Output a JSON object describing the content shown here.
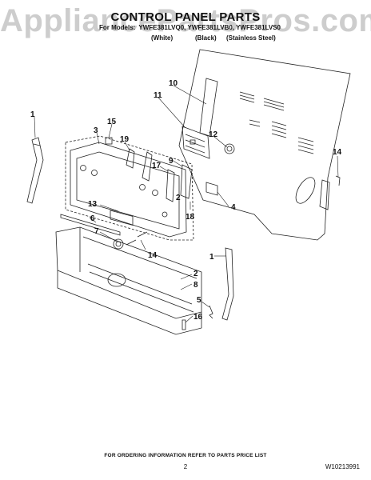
{
  "watermark": "AppliancePartsPros.com",
  "header": {
    "title": "CONTROL PANEL PARTS",
    "models_prefix": "For Models:",
    "models_text": "YWFE381LVQ0, YWFE381LVB0, YWFE381LVS0",
    "finish_white": "(White)",
    "finish_black": "(Black)",
    "finish_stainless": "(Stainless Steel)"
  },
  "callouts": [
    "1",
    "3",
    "15",
    "19",
    "10",
    "11",
    "12",
    "17",
    "9",
    "2",
    "13",
    "6",
    "7",
    "14",
    "18",
    "4",
    "1",
    "2",
    "8",
    "5",
    "16",
    "14"
  ],
  "footer": {
    "ordering_note": "FOR ORDERING INFORMATION REFER TO PARTS PRICE LIST",
    "page_number": "2",
    "document_number": "W10213991"
  },
  "colors": {
    "line": "#222222",
    "watermark": "#bdbdbd"
  }
}
